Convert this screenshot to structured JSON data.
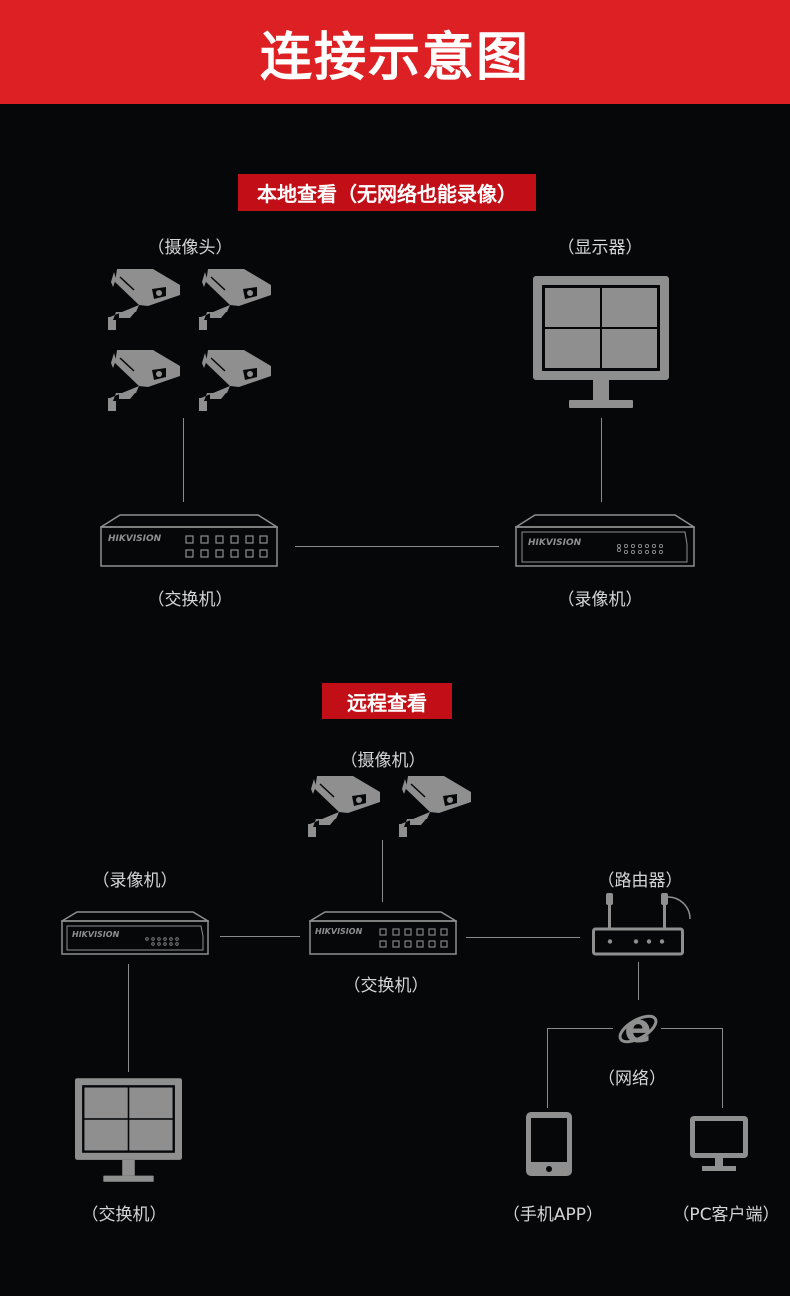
{
  "header": {
    "title": "连接示意图"
  },
  "local": {
    "title": "本地查看（无网络也能录像）",
    "camera_label": "（摄像头）",
    "monitor_label": "（显示器）",
    "switch_label": "（交换机）",
    "nvr_label": "（录像机）"
  },
  "remote": {
    "title": "远程查看",
    "camera_label": "（摄像机）",
    "nvr_label": "（录像机）",
    "switch_label": "（交换机）",
    "router_label": "（路由器）",
    "network_label": "（网络）",
    "monitor_label": "（交换机）",
    "phone_label": "（手机APP）",
    "pc_label": "（PC客户端）"
  },
  "brand": "HIKVISION",
  "colors": {
    "header": "#dd2023",
    "tag": "#c10e17",
    "device": "#8f8f8f"
  },
  "icons": [
    "camera-icon",
    "monitor-icon",
    "switch-icon",
    "nvr-icon",
    "router-icon",
    "internet-icon",
    "phone-icon",
    "pc-icon"
  ]
}
